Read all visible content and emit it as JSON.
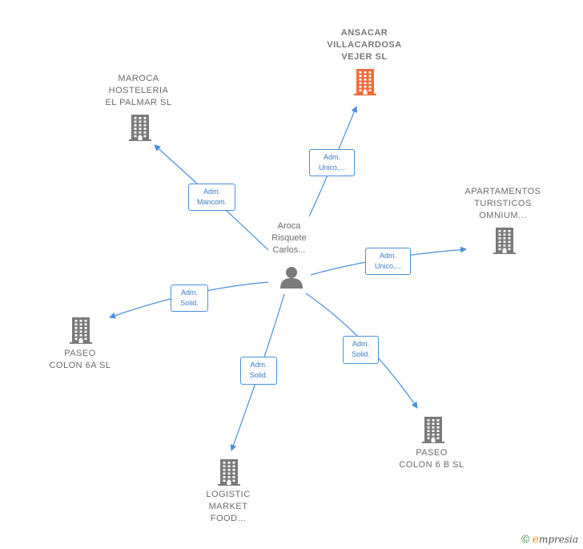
{
  "center": {
    "label": "Aroca\nRisquete\nCarlos..."
  },
  "nodes": [
    {
      "id": "ansacar",
      "label": "ANSACAR\nVILLACARDOSA\nVEJER  SL",
      "highlight": true
    },
    {
      "id": "maroca",
      "label": "MAROCA\nHOSTELERIA\nEL PALMAR  SL",
      "highlight": false
    },
    {
      "id": "apartamentos",
      "label": "APARTAMENTOS\nTURISTICOS\nOMNIUM...",
      "highlight": false
    },
    {
      "id": "paseo6a",
      "label": "PASEO\nCOLON 6A SL",
      "highlight": false
    },
    {
      "id": "logistic",
      "label": "LOGISTIC\nMARKET\nFOOD...",
      "highlight": false
    },
    {
      "id": "paseo6b",
      "label": "PASEO\nCOLON 6 B SL",
      "highlight": false
    }
  ],
  "edges": [
    {
      "to": "ansacar",
      "line1": "Adm.",
      "line2": "Unico,..."
    },
    {
      "to": "maroca",
      "line1": "Adm.",
      "line2": "Mancom."
    },
    {
      "to": "apartamentos",
      "line1": "Adm.",
      "line2": "Unico,..."
    },
    {
      "to": "paseo6a",
      "line1": "Adm.",
      "line2": "Solid."
    },
    {
      "to": "logistic",
      "line1": "Adm.",
      "line2": "Solid."
    },
    {
      "to": "paseo6b",
      "line1": "Adm.",
      "line2": "Solid."
    }
  ],
  "colors": {
    "edge": "#4a90d9",
    "building": "#7a7a7a",
    "highlight": "#f26b3a",
    "person": "#7a7a7a"
  },
  "icons": {
    "company": "building-icon",
    "person": "person-icon",
    "copyright": "copyright-icon"
  },
  "footer": {
    "symbol": "©",
    "brand_initial": "e",
    "brand_rest": "mpresia"
  }
}
